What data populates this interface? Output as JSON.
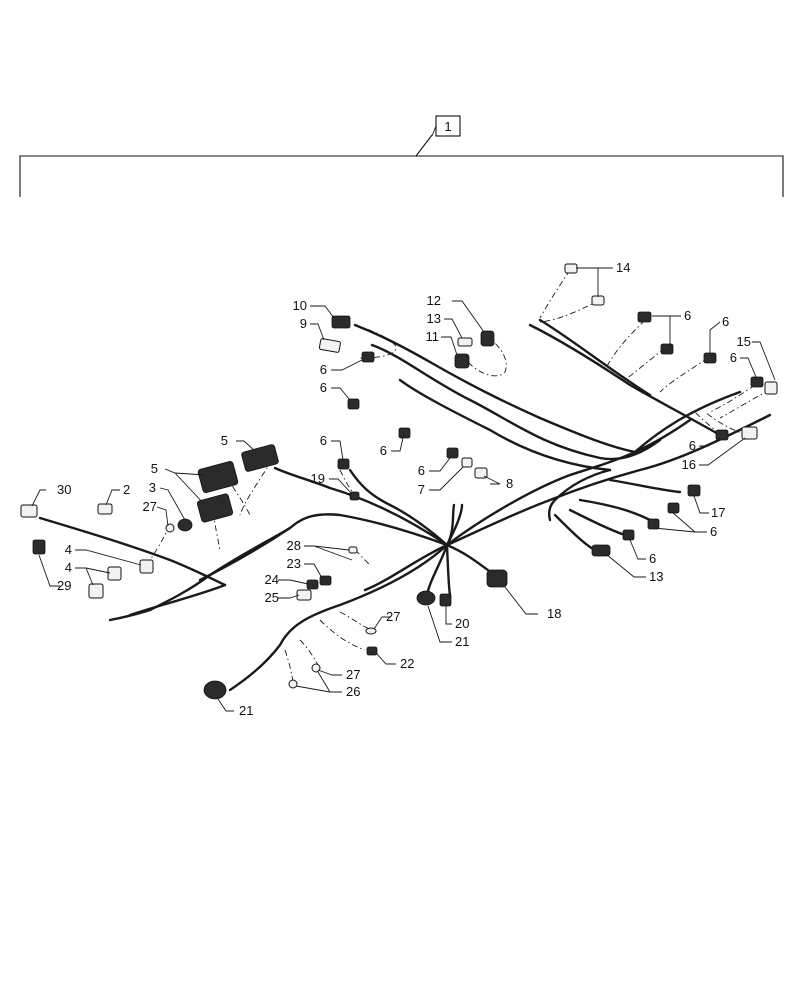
{
  "callouts": {
    "c1": "1",
    "c2": "2",
    "c3": "3",
    "c4a": "4",
    "c4b": "4",
    "c5a": "5",
    "c5b": "5",
    "c6_a": "6",
    "c6_b": "6",
    "c6_c": "6",
    "c6_d": "6",
    "c6_e": "6",
    "c6_f": "6",
    "c6_g": "6",
    "c6_h": "6",
    "c6_i": "6",
    "c6_j": "6",
    "c6_k": "6",
    "c7": "7",
    "c8": "8",
    "c9": "9",
    "c10": "10",
    "c11": "11",
    "c12": "12",
    "c13a": "13",
    "c13b": "13",
    "c14": "14",
    "c15": "15",
    "c16": "16",
    "c17": "17",
    "c18": "18",
    "c19": "19",
    "c20": "20",
    "c21a": "21",
    "c21b": "21",
    "c22": "22",
    "c23": "23",
    "c24": "24",
    "c25": "25",
    "c26": "26",
    "c27a": "27",
    "c27b": "27",
    "c27c": "27",
    "c28": "28",
    "c29": "29",
    "c30": "30"
  }
}
